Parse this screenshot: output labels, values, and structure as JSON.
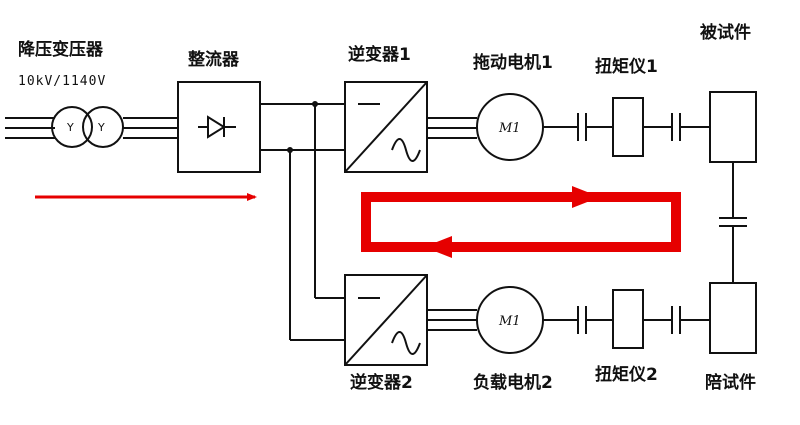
{
  "labels": {
    "transformer_title": "降压变压器",
    "transformer_rating": "10kV/1140V",
    "rectifier": "整流器",
    "inverter1": "逆变器1",
    "inverter2": "逆变器2",
    "drive_motor": "拖动电机1",
    "load_motor": "负载电机2",
    "torque_meter1": "扭矩仪1",
    "torque_meter2": "扭矩仪2",
    "test_piece": "被试件",
    "companion_piece": "陪试件"
  },
  "symbols": {
    "transformer_winding": "Y",
    "motor1": "M1",
    "motor2": "M1"
  },
  "colors": {
    "line": "#111111",
    "flow_arrow": "#e60000",
    "background": "#ffffff"
  }
}
